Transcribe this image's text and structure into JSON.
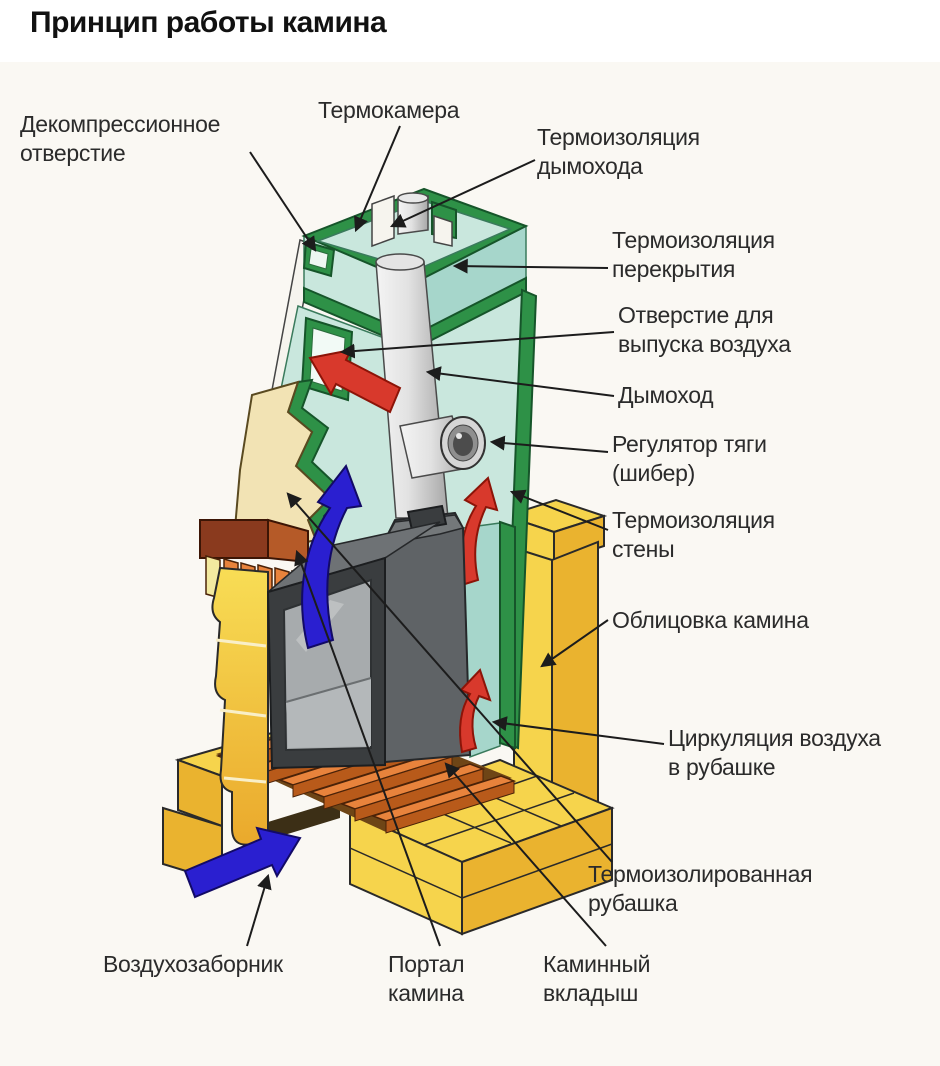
{
  "title": "Принцип работы камина",
  "colors": {
    "background": "#ffffff",
    "diagram_bg": "#faf8f3",
    "title_color": "#111111",
    "label_color": "#2b2b2b",
    "line_color": "#1c1c1c",
    "green": "#2e9147",
    "green_dark": "#16552a",
    "mint": "#c9e7dd",
    "mint_deep": "#a6d6cb",
    "tan": "#f2e3b4",
    "yellow": "#f6d44c",
    "yellow_deep": "#eab32f",
    "orange": "#e8833c",
    "orange_dark": "#b85a1a",
    "brown": "#8a3a1e",
    "brown_light": "#b55a28",
    "firebox": "#5f6366",
    "firebox_dark": "#3a3d3f",
    "glass": "#a7abad",
    "pipe_light": "#f2f2f2",
    "pipe_dark": "#a8a8a8",
    "red": "#d8392c",
    "red_dark": "#8c1408",
    "blue": "#2a1fd0",
    "blue_dark": "#120a66",
    "white_edge": "#f6f4ee"
  },
  "labels": [
    {
      "id": "decompression-hole",
      "text": "Декомпрессионное\nотверстие"
    },
    {
      "id": "thermo-chamber",
      "text": "Термокамера"
    },
    {
      "id": "chimney-insulation",
      "text": "Термоизоляция\nдымохода"
    },
    {
      "id": "ceiling-insulation",
      "text": "Термоизоляция\nперекрытия"
    },
    {
      "id": "air-outlet-opening",
      "text": "Отверстие для\nвыпуска воздуха"
    },
    {
      "id": "chimney",
      "text": "Дымоход"
    },
    {
      "id": "draft-regulator",
      "text": "Регулятор тяги\n(шибер)"
    },
    {
      "id": "wall-insulation",
      "text": "Термоизоляция\nстены"
    },
    {
      "id": "fireplace-facing",
      "text": "Облицовка камина"
    },
    {
      "id": "air-circulation",
      "text": "Циркуляция воздуха\nв рубашке"
    },
    {
      "id": "insulated-jacket",
      "text": "Термоизолированная\nрубашка"
    },
    {
      "id": "air-intake",
      "text": "Воздухозаборник"
    },
    {
      "id": "fireplace-portal",
      "text": "Портал\nкамина"
    },
    {
      "id": "fireplace-insert",
      "text": "Каминный\nвкладыш"
    }
  ]
}
